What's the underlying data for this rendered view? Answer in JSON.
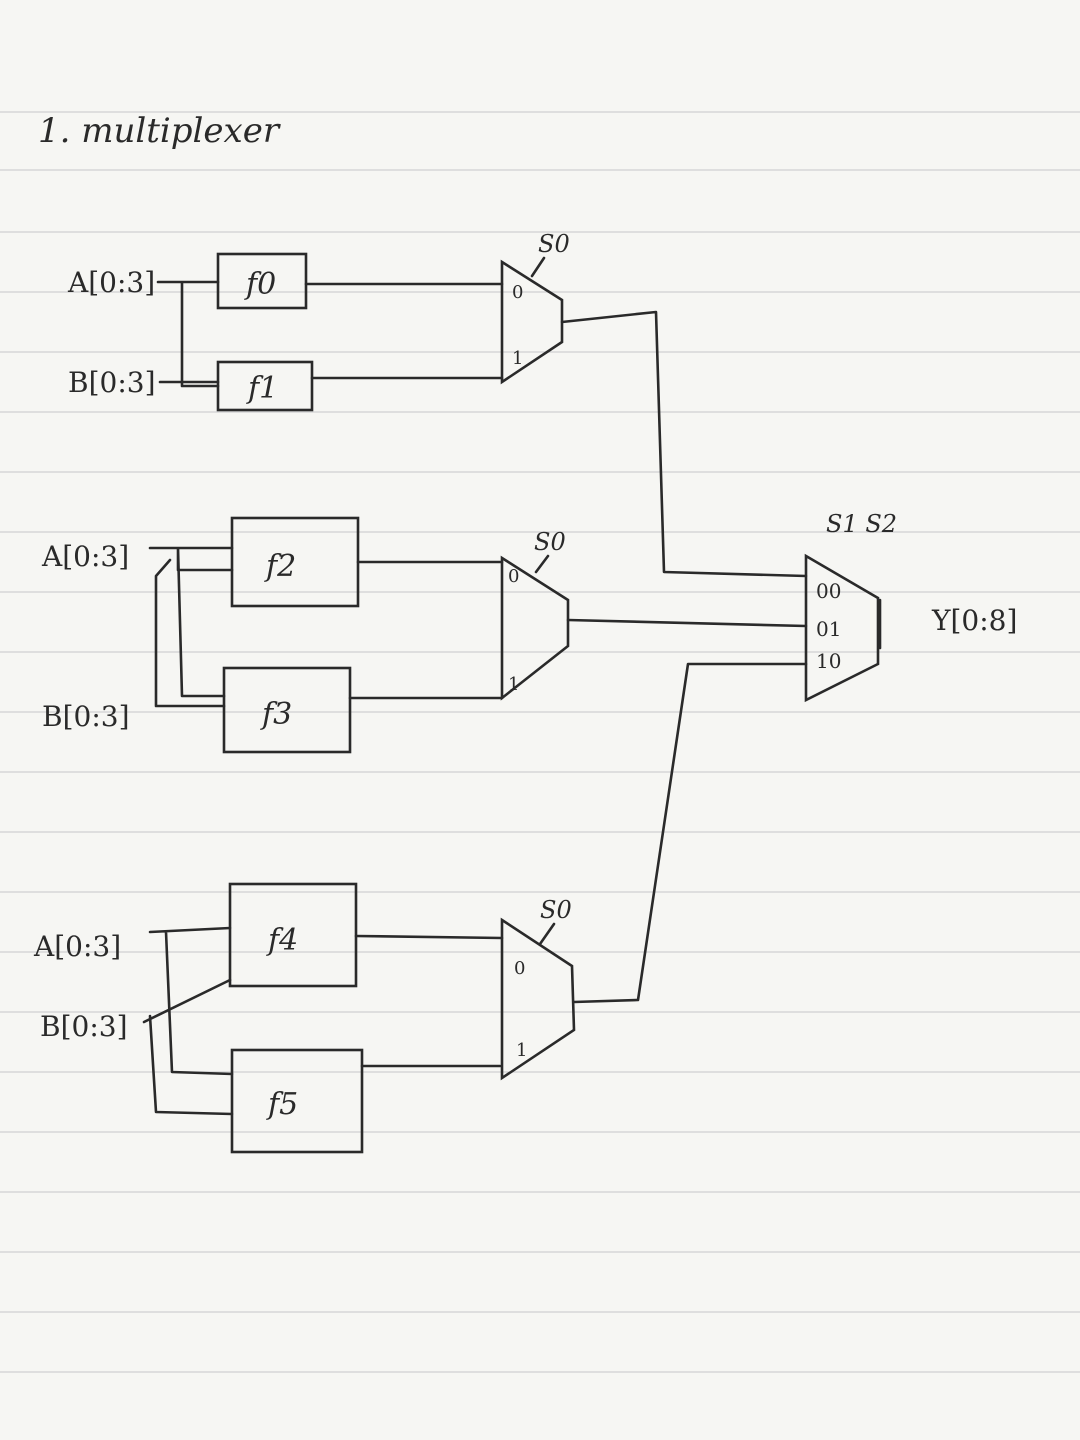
{
  "title": "1. multiplexer",
  "blocks": [
    {
      "a_input": "A[0:3]",
      "b_input": "B[0:3]",
      "functions": [
        "f0",
        "f1"
      ],
      "mux": {
        "select": "S0",
        "inputs": [
          "0",
          "1"
        ]
      }
    },
    {
      "a_input": "A[0:3]",
      "b_input": "B[0:3]",
      "functions": [
        "f2",
        "f3"
      ],
      "mux": {
        "select": "S0",
        "inputs": [
          "0",
          "1"
        ]
      }
    },
    {
      "a_input": "A[0:3]",
      "b_input": "B[0:3]",
      "functions": [
        "f4",
        "f5"
      ],
      "mux": {
        "select": "S0",
        "inputs": [
          "0",
          "1"
        ]
      }
    }
  ],
  "final_mux": {
    "select": "S1 S2",
    "inputs": [
      "00",
      "01",
      "10"
    ],
    "output": "Y[0:8]"
  }
}
